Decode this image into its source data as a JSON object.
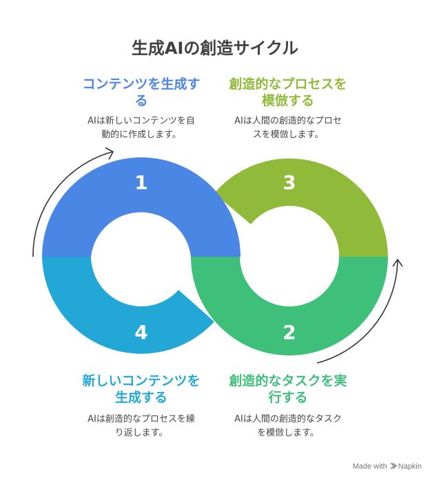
{
  "title": "生成AIの創造サイクル",
  "colors": {
    "blue": "#4a86e3",
    "olive": "#8fba3a",
    "green": "#3ec07b",
    "cyan": "#22a7d6"
  },
  "steps": [
    {
      "number": "1",
      "heading": "コンテンツを生成す\nる",
      "description": "AIは新しいコンテンツを自\n動的に作成します。"
    },
    {
      "number": "2",
      "heading": "創造的なタスクを実\n行する",
      "description": "AIは人間の創造的なタスク\nを模倣します。"
    },
    {
      "number": "3",
      "heading": "創造的なプロセスを\n模倣する",
      "description": "AIは人間の創造的なプロセ\nスを模倣します。"
    },
    {
      "number": "4",
      "heading": "新しいコンテンツを\n生成する",
      "description": "AIは創造的なプロセスを繰\nり返します。"
    }
  ],
  "credit": {
    "made_with": "Made with",
    "brand": "Napkin"
  }
}
